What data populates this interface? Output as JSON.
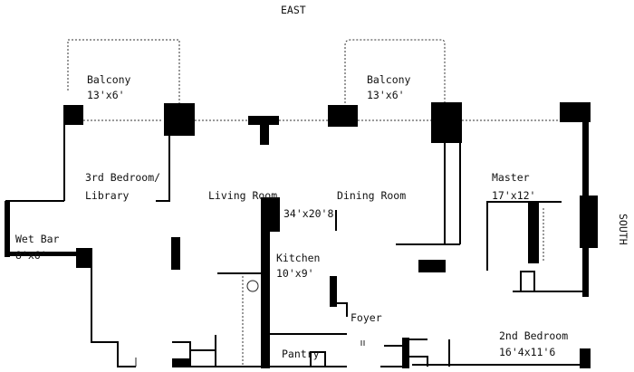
{
  "compass": {
    "top": "EAST",
    "right": "SOUTH"
  },
  "rooms": {
    "balcony_left": {
      "name": "Balcony",
      "size": "13'x6'"
    },
    "balcony_right": {
      "name": "Balcony",
      "size": "13'x6'"
    },
    "third_bedroom": {
      "name_line1": "3rd Bedroom/",
      "name_line2": "Library"
    },
    "living_room": {
      "name": "Living Room"
    },
    "dining_room": {
      "name": "Dining Room"
    },
    "living_dining_size": "34'x20'8",
    "master": {
      "name": "Master",
      "size": "17'x12'"
    },
    "wet_bar": {
      "name": "Wet Bar",
      "size": "8'x6'"
    },
    "kitchen": {
      "name": "Kitchen",
      "size": "10'x9'"
    },
    "pantry": {
      "name": "Pantry"
    },
    "foyer": {
      "name": "Foyer"
    },
    "second_bedroom": {
      "name": "2nd Bedroom",
      "size": "16'4x11'6"
    }
  }
}
